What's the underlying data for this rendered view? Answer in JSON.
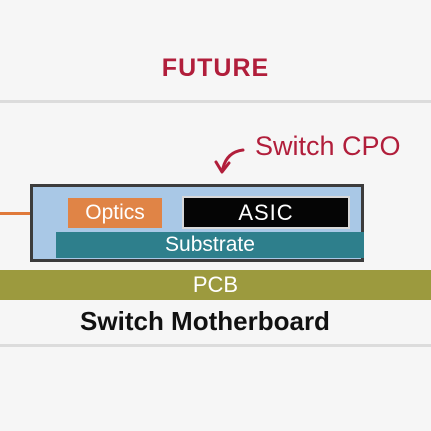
{
  "header": {
    "title": "FUTURE"
  },
  "callout": {
    "label": "Switch CPO"
  },
  "package": {
    "optics_label": "Optics",
    "asic_label": "ASIC",
    "substrate_label": "Substrate"
  },
  "board": {
    "pcb_label": "PCB",
    "motherboard_label": "Switch Motherboard"
  },
  "colors": {
    "accent_red": "#b11e3b",
    "package_blue": "#a9c8e6",
    "optics_orange": "#e08446",
    "asic_black": "#050505",
    "substrate_teal": "#2e7f8c",
    "pcb_olive": "#9c9a3e"
  }
}
